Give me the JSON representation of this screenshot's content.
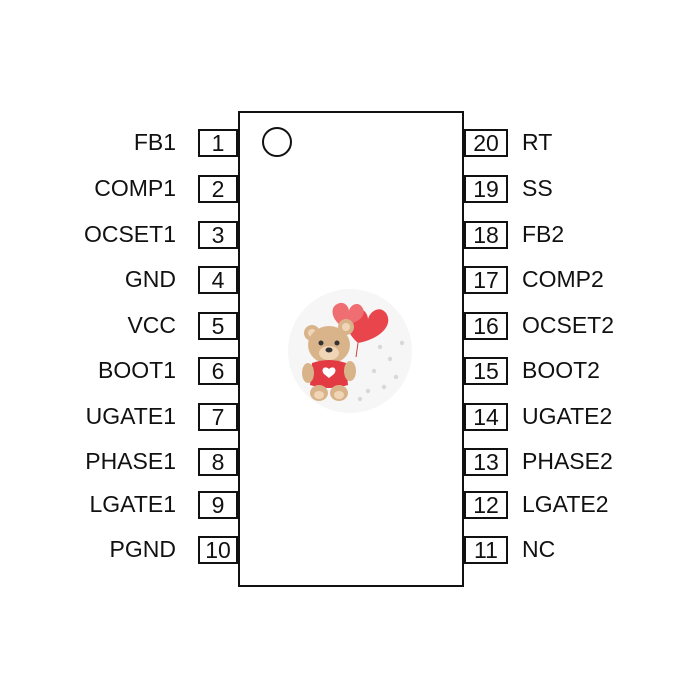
{
  "left_pins": [
    {
      "num": "1",
      "label": "FB1"
    },
    {
      "num": "2",
      "label": "COMP1"
    },
    {
      "num": "3",
      "label": "OCSET1"
    },
    {
      "num": "4",
      "label": "GND"
    },
    {
      "num": "5",
      "label": "VCC"
    },
    {
      "num": "6",
      "label": "BOOT1"
    },
    {
      "num": "7",
      "label": "UGATE1"
    },
    {
      "num": "8",
      "label": "PHASE1"
    },
    {
      "num": "9",
      "label": "LGATE1"
    },
    {
      "num": "10",
      "label": "PGND"
    }
  ],
  "right_pins": [
    {
      "num": "20",
      "label": "RT"
    },
    {
      "num": "19",
      "label": "SS"
    },
    {
      "num": "18",
      "label": "FB2"
    },
    {
      "num": "17",
      "label": "COMP2"
    },
    {
      "num": "16",
      "label": "OCSET2"
    },
    {
      "num": "15",
      "label": "BOOT2"
    },
    {
      "num": "14",
      "label": "UGATE2"
    },
    {
      "num": "13",
      "label": "PHASE2"
    },
    {
      "num": "12",
      "label": "LGATE2"
    },
    {
      "num": "11",
      "label": "NC"
    }
  ],
  "colors": {
    "outline": "#111111",
    "balloon": "#e8464c",
    "bear": "#d9b48a",
    "shirt": "#e23b44"
  },
  "icons": {
    "pin1_marker": "circle-icon",
    "logo": "teddy-bear-with-heart-balloons-icon"
  }
}
